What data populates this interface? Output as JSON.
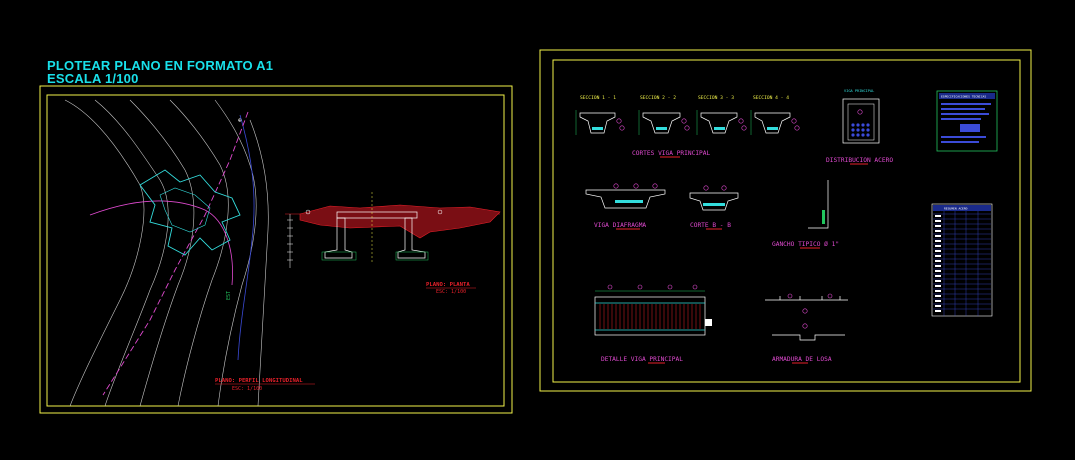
{
  "header": {
    "line1": "PLOTEAR PLANO EN FORMATO A1",
    "line2": "ESCALA 1/100"
  },
  "left_sheet": {
    "plan_label": "PLANO: PLANTA",
    "plan_scale": "ESC: 1/100",
    "profile_label": "PLANO: PERFIL LONGITUDINAL",
    "profile_scale": "ESC: 1/100"
  },
  "right_sheet": {
    "sections": [
      "SECCION 1 - 1",
      "SECCION 2 - 2",
      "SECCION 3 - 3",
      "SECCION 4 - 4"
    ],
    "cortes_viga_principal": "CORTES VIGA PRINCIPAL",
    "viga_principal_small": "VIGA PRINCIPAL",
    "distribucion_acero": "DISTRIBUCION ACERO",
    "especificaciones_title": "ESPECIFICACIONES TECNICAS",
    "viga_diafragma": "VIGA DIAFRAGMA",
    "corte_b": "CORTE B - B",
    "gancho_tipico": "GANCHO TIPICO Ø 1\"",
    "resumen_acero": "RESUMEN ACERO",
    "detalle_viga_principal": "DETALLE VIGA PRINCIPAL",
    "armadura_de_losa": "ARMADURA DE LOSA"
  },
  "colors": {
    "background": "#000000",
    "frame": "#f2f24a",
    "title": "#19e0ea",
    "cyan": "#33dddd",
    "magenta": "#e04ad0",
    "red": "#e8202a",
    "green": "#22c55e",
    "blue": "#3b4bd8"
  }
}
